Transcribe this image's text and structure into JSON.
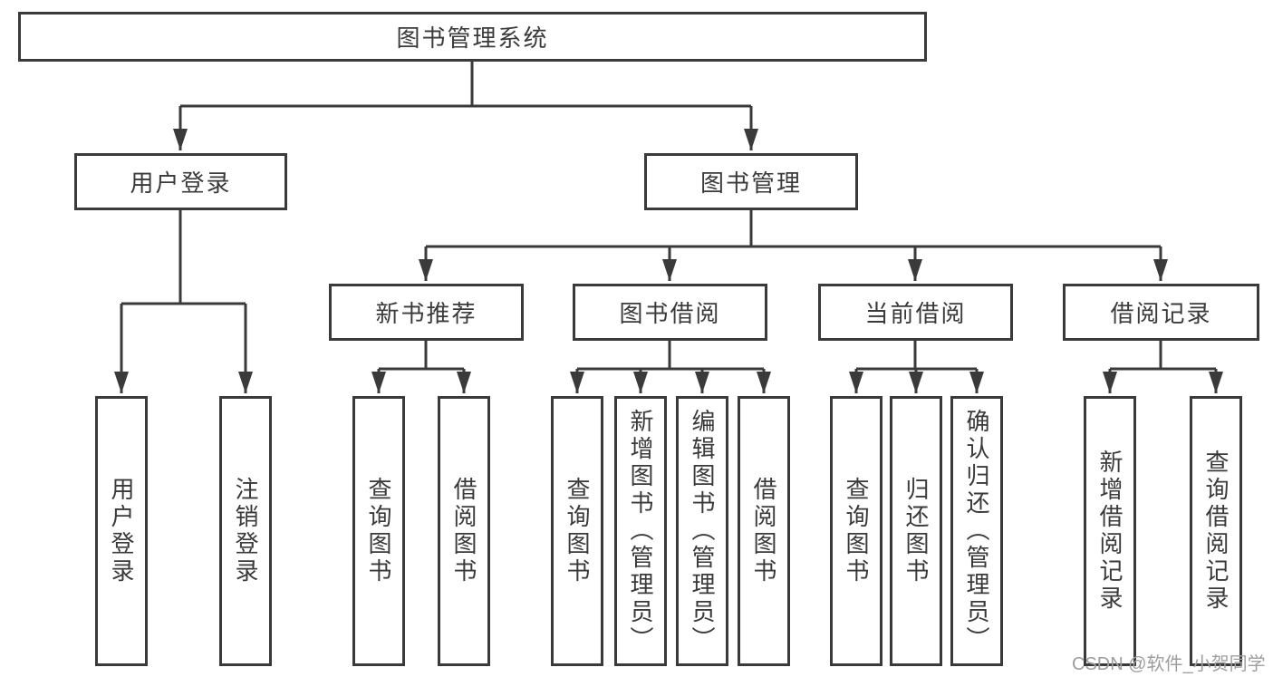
{
  "diagram": {
    "root": {
      "label": "图书管理系统"
    },
    "level2": [
      {
        "label": "用户登录"
      },
      {
        "label": "图书管理"
      }
    ],
    "level3": [
      {
        "label": "新书推荐"
      },
      {
        "label": "图书借阅"
      },
      {
        "label": "当前借阅"
      },
      {
        "label": "借阅记录"
      }
    ],
    "leaves": [
      {
        "label": "用户登录"
      },
      {
        "label": "注销登录"
      },
      {
        "label": "查询图书"
      },
      {
        "label": "借阅图书"
      },
      {
        "label": "查询图书"
      },
      {
        "label": "新增图书（管理员）"
      },
      {
        "label": "编辑图书（管理员）"
      },
      {
        "label": "借阅图书"
      },
      {
        "label": "查询图书"
      },
      {
        "label": "归还图书"
      },
      {
        "label": "确认归还（管理员）"
      },
      {
        "label": "新增借阅记录"
      },
      {
        "label": "查询借阅记录"
      }
    ],
    "colors": {
      "line": "#3a3a3a",
      "text": "#3a3a3a",
      "box_fill": "#ffffff",
      "watermark": "#9e9e9e",
      "background": "#ffffff"
    }
  },
  "watermark": {
    "text": "CSDN @软件_小贺同学"
  }
}
